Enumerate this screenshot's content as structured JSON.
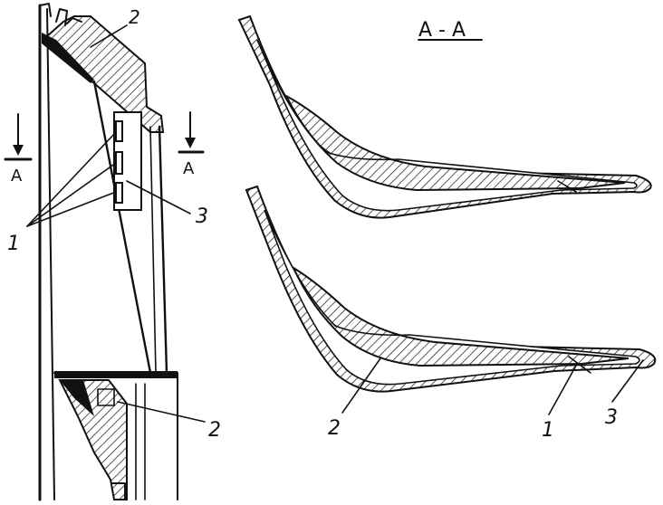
{
  "section_title": "A - A",
  "section_marks": {
    "left": "A",
    "right": "A"
  },
  "callouts": {
    "top_left_2": "2",
    "bottom_left_2": "2",
    "left_1": "1",
    "left_3": "3",
    "profile_2": "2",
    "profile_1": "1",
    "profile_3": "3"
  }
}
